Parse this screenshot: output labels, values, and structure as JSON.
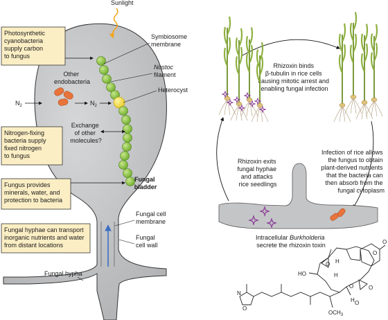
{
  "left_panel": {
    "sunlight": "Sunlight",
    "symbiosome": [
      "Symbiosome",
      "membrane"
    ],
    "nostoc": [
      "Nostoc",
      "filament"
    ],
    "heterocyst": "Heterocyst",
    "other_endobacteria": [
      "Other",
      "endobacteria"
    ],
    "n2_left": "N",
    "n2_right": "N",
    "subscript": "2",
    "exchange": [
      "Exchange",
      "of other",
      "molecules?"
    ],
    "bladder": [
      "Fungal",
      "bladder"
    ],
    "cell_membrane": [
      "Fungal cell",
      "membrane"
    ],
    "cell_wall": [
      "Fungal",
      "cell wall"
    ],
    "hypha": "Fungal hypha",
    "boxes": [
      [
        "Photosynthetic",
        "cyanobacteria",
        "supply carbon",
        "to fungus"
      ],
      [
        "Nitrogen-fixing",
        "bacteria supply",
        "fixed nitrogen",
        "to fungus"
      ],
      [
        "Fungus provides",
        "minerals, water, and",
        "protection to bacteria"
      ],
      [
        "Fungal hyphae can transport",
        "inorganic nutrients and water",
        "from distant locations"
      ]
    ]
  },
  "right_panel": {
    "rhizoxin_binds": [
      "Rhizoxin binds",
      "β-tubulin in rice cells",
      "causing mitotic arrest and",
      "enabling fungal infection"
    ],
    "infection": [
      "Infection of rice allows",
      "the fungus to obtain",
      "plant-derived nutrients",
      "that the bacteria can",
      "then absorb from the",
      "fungal cytoplasm"
    ],
    "exits": [
      "Rhizoxin exits",
      "fungal hyphae",
      "and attacks",
      "rice seedlings"
    ],
    "secrete_line1_a": "Intracellular ",
    "secrete_line1_b": "Burkholderia",
    "secrete_line2": "secrete the rhizoxin toxin"
  },
  "chemistry": {
    "ho": "HO",
    "h1": "H",
    "h2": "H",
    "h3": "H",
    "o_ring": "O",
    "o_carbonyl": "O",
    "o_epox1": "O",
    "o_epox2": "O",
    "o_ester": "O",
    "o_carbonyl2": "O",
    "n_oxazole": "N",
    "o_oxazole": "O",
    "och3": "OCH",
    "och3_sub": "3"
  },
  "colors": {
    "bladder_fill": "#c4c5c7",
    "nostoc_green": "#8cc63f",
    "heterocyst_yellow": "#f6e24a",
    "endobacteria_orange": "#e8743b",
    "box_fill": "#fbeec4",
    "arrow_blue": "#3a6fc4",
    "sunlight": "#f2a516",
    "rhizoxin_purple": "#8a3d97"
  }
}
